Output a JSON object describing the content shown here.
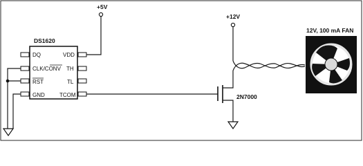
{
  "ic": {
    "name": "DS1620",
    "pins_left": [
      "DQ",
      "CLK/CONV",
      "RST",
      "GND"
    ],
    "pins_right": [
      "VDD",
      "TH",
      "TL",
      "TCOM"
    ]
  },
  "supply_5v": "+5V",
  "supply_12v": "+12V",
  "transistor": "2N7000",
  "fan": "12V, 100 mA FAN"
}
